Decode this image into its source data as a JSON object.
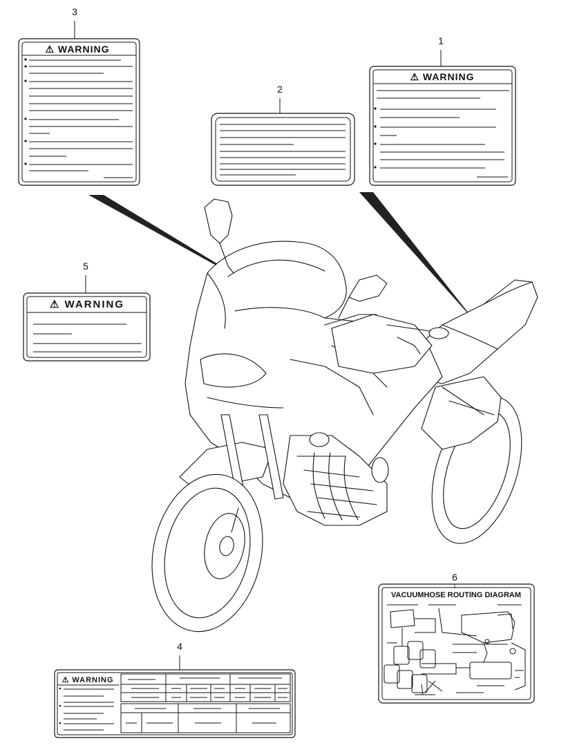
{
  "callouts": {
    "c1": "1",
    "c2": "2",
    "c3": "3",
    "c4": "4",
    "c5": "5",
    "c6": "6"
  },
  "labels": {
    "label1_title": "⚠ WARNING",
    "label3_title": "⚠ WARNING",
    "label4_title": "⚠ WARNING",
    "label5_title": "⚠ WARNING",
    "label6_title": "VACUUMHOSE ROUTING DIAGRAM"
  },
  "colors": {
    "line": "#111111",
    "background": "#ffffff",
    "pointer": "#222222"
  },
  "icons": {
    "warning_triangle": "warning-triangle-icon"
  }
}
